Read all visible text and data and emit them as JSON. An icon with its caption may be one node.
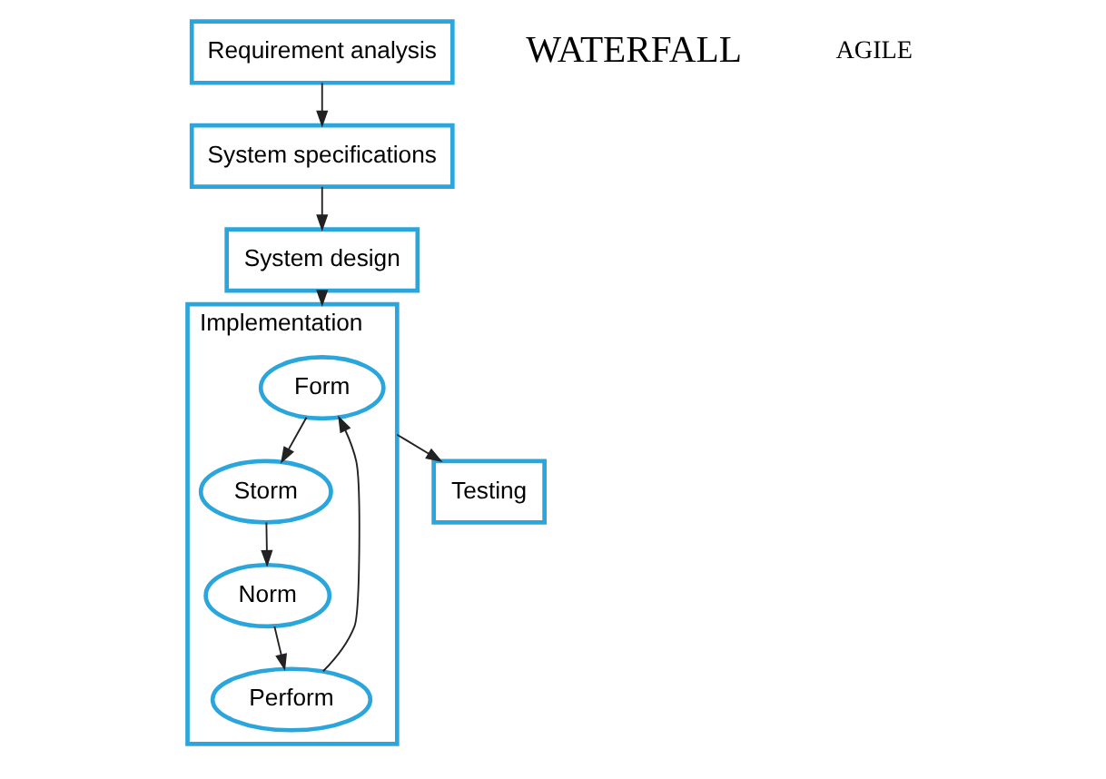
{
  "diagram": {
    "nodes": [
      {
        "text": [
          "Requirement analysis"
        ]
      },
      {
        "text": [
          "System specifications"
        ]
      },
      {
        "text": [
          "System design"
        ]
      },
      {
        "text": [
          "Implementation"
        ]
      },
      {
        "text": [
          "Form"
        ],
        "in": 3
      },
      {
        "text": [
          "Storm"
        ],
        "in": 3
      },
      {
        "text": [
          "Perform"
        ],
        "in": 3
      },
      {
        "text": [
          "Norm"
        ],
        "in": 3
      },
      {
        "text": [
          "Testing"
        ]
      }
    ],
    "edges": [
      {
        "from": 0,
        "to": 1,
        "arrow": "to"
      },
      {
        "from": 1,
        "to": 2,
        "arrow": "to"
      },
      {
        "from": 2,
        "to": 3,
        "arrow": "to"
      },
      {
        "from": 4,
        "to": 5,
        "arrow": "to"
      },
      {
        "from": 5,
        "to": 7,
        "arrow": "to"
      },
      {
        "from": 7,
        "to": 6,
        "arrow": "to"
      },
      {
        "from": 6,
        "to": 4,
        "arrow": "to"
      },
      {
        "from": 3,
        "to": 8,
        "arrow": "to"
      }
    ],
    "labels": [
      "WATERFALL",
      "AGILE"
    ]
  }
}
